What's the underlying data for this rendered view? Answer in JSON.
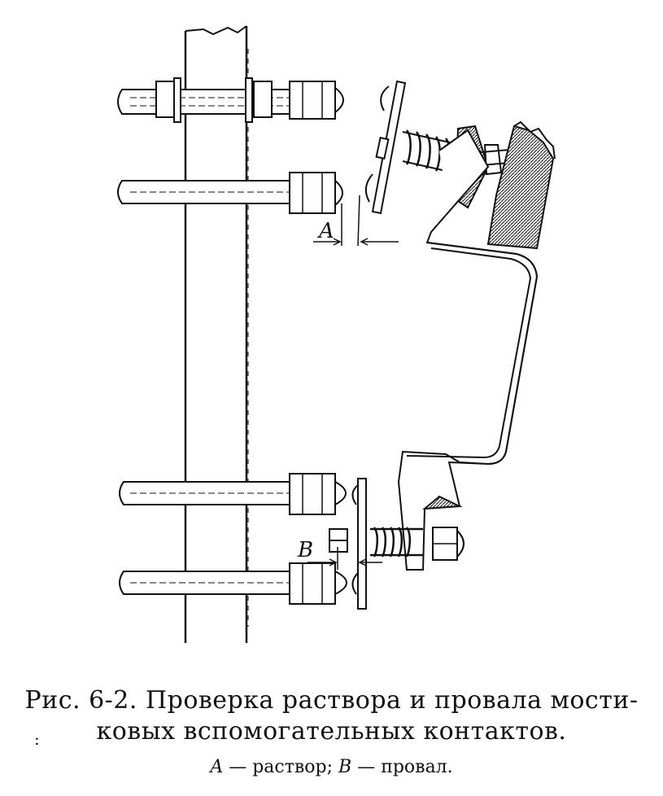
{
  "figure": {
    "dimension_a": "A",
    "dimension_b": "B"
  },
  "caption": {
    "line1": "Рис. 6-2. Проверка раствора и провала мости-",
    "line2": "ковых вспомогательных контактов.",
    "legend_a_symbol": "A",
    "legend_a_text": " — раствор; ",
    "legend_b_symbol": "B",
    "legend_b_text": " — провал."
  }
}
